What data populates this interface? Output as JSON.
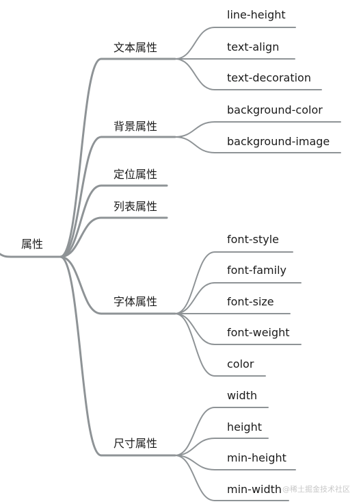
{
  "root": {
    "label": "属性"
  },
  "branches": [
    {
      "label": "文本属性",
      "children": [
        "line-height",
        "text-align",
        "text-decoration"
      ]
    },
    {
      "label": "背景属性",
      "children": [
        "background-color",
        "background-image"
      ]
    },
    {
      "label": "定位属性",
      "children": []
    },
    {
      "label": "列表属性",
      "children": []
    },
    {
      "label": "字体属性",
      "children": [
        "font-style",
        "font-family",
        "font-size",
        "font-weight",
        "color"
      ]
    },
    {
      "label": "尺寸属性",
      "children": [
        "width",
        "height",
        "min-height",
        "min-width"
      ]
    }
  ],
  "watermark": "@稀土掘金技术社区",
  "colors": {
    "line": "#8e9396",
    "text": "#1a1a1a"
  }
}
